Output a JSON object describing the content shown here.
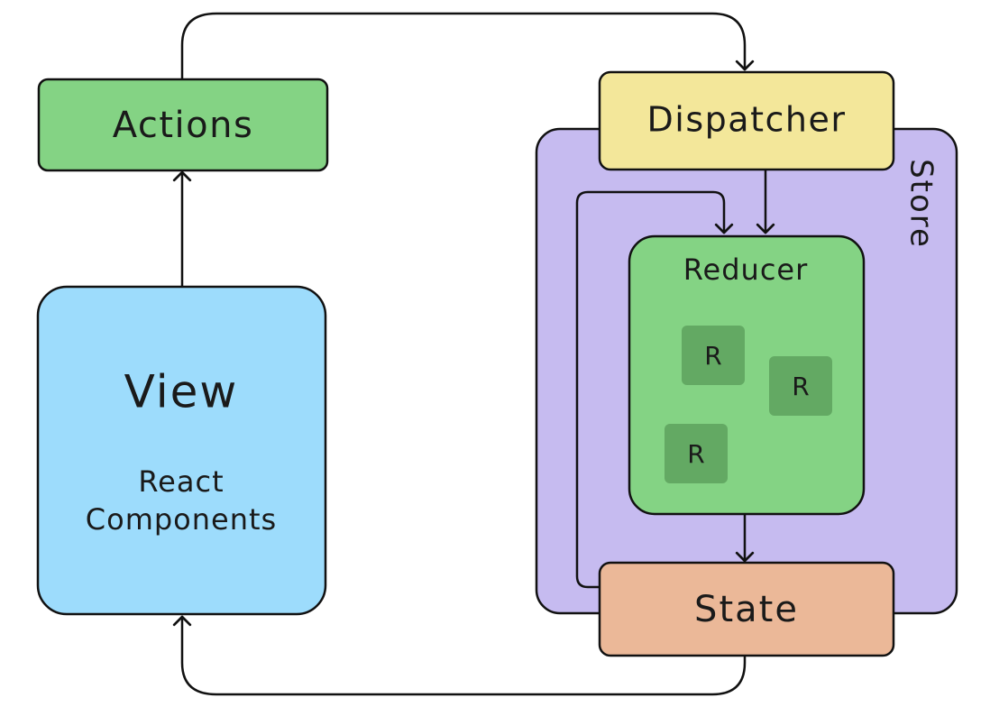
{
  "nodes": {
    "actions": {
      "label": "Actions",
      "color": "#84d384"
    },
    "view": {
      "title": "View",
      "subtitle_line1": "React",
      "subtitle_line2": "Components",
      "color": "#9ddcfc"
    },
    "dispatcher": {
      "label": "Dispatcher",
      "color": "#f3e79a"
    },
    "store": {
      "label": "Store",
      "color": "#c6bbf0"
    },
    "reducer": {
      "label": "Reducer",
      "color": "#84d384",
      "sub_color": "#63a963"
    },
    "state": {
      "label": "State",
      "color": "#ebb898"
    }
  },
  "sub_reducers": [
    {
      "label": "R"
    },
    {
      "label": "R"
    },
    {
      "label": "R"
    }
  ],
  "stroke_color": "#111111"
}
